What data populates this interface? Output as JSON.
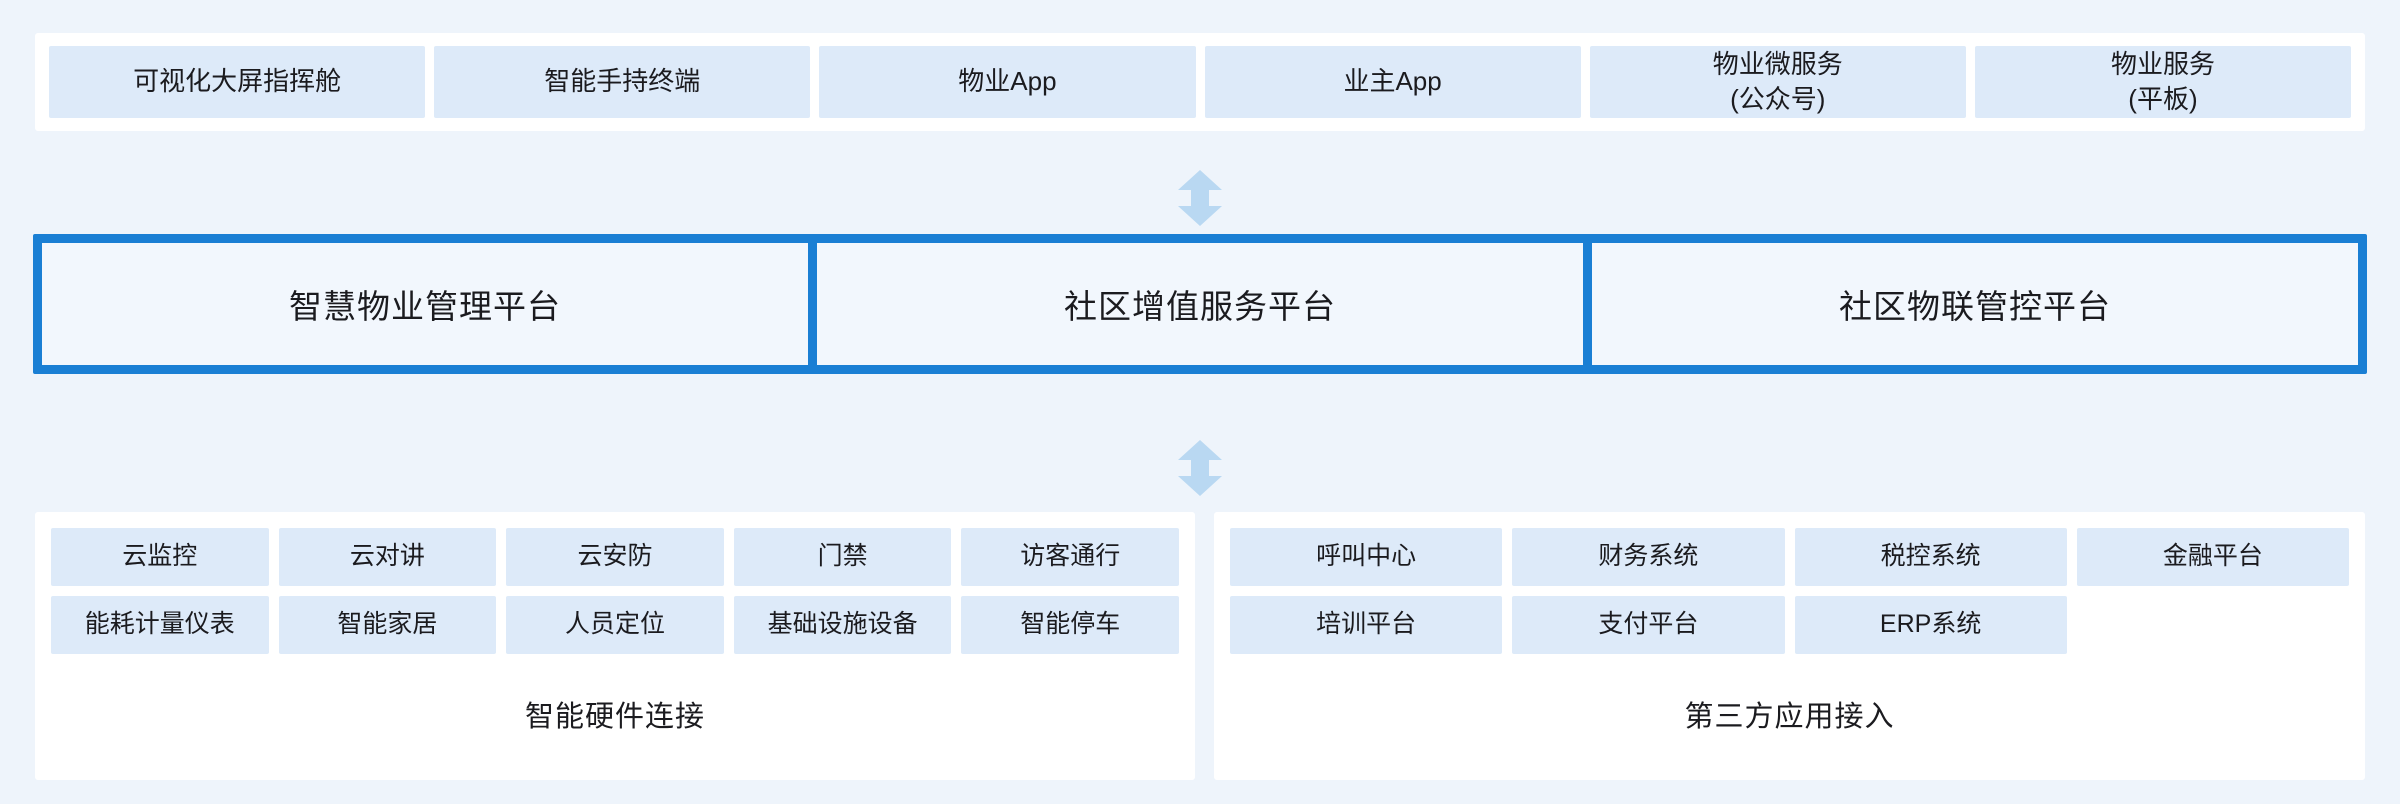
{
  "colors": {
    "background": "#eef4fb",
    "panel": "#ffffff",
    "card": "#ddeaf9",
    "accent_border": "#1a7fd4",
    "platform_card": "#f2f7fd",
    "arrow": "#b9d8f2",
    "text": "#1b1b1f"
  },
  "terminals": {
    "items": [
      {
        "label": "可视化大屏指挥舱"
      },
      {
        "label": "智能手持终端"
      },
      {
        "label": "物业App"
      },
      {
        "label": "业主App"
      },
      {
        "label": "物业微服务\n(公众号)"
      },
      {
        "label": "物业服务\n(平板)"
      }
    ]
  },
  "arrows": {
    "top": {
      "name": "double-headed-vertical-arrow"
    },
    "bottom": {
      "name": "double-headed-vertical-arrow"
    }
  },
  "platforms": {
    "items": [
      {
        "label": "智慧物业管理平台"
      },
      {
        "label": "社区增值服务平台"
      },
      {
        "label": "社区物联管控平台"
      }
    ]
  },
  "hardware": {
    "section_label": "智能硬件连接",
    "items": [
      {
        "label": "云监控"
      },
      {
        "label": "云对讲"
      },
      {
        "label": "云安防"
      },
      {
        "label": "门禁"
      },
      {
        "label": "访客通行"
      },
      {
        "label": "能耗计量仪表"
      },
      {
        "label": "智能家居"
      },
      {
        "label": "人员定位"
      },
      {
        "label": "基础设施设备"
      },
      {
        "label": "智能停车"
      }
    ]
  },
  "thirdparty": {
    "section_label": "第三方应用接入",
    "items": [
      {
        "label": "呼叫中心"
      },
      {
        "label": "财务系统"
      },
      {
        "label": "税控系统"
      },
      {
        "label": "金融平台"
      },
      {
        "label": "培训平台"
      },
      {
        "label": "支付平台"
      },
      {
        "label": "ERP系统"
      },
      {
        "label": "",
        "empty": true
      }
    ]
  }
}
